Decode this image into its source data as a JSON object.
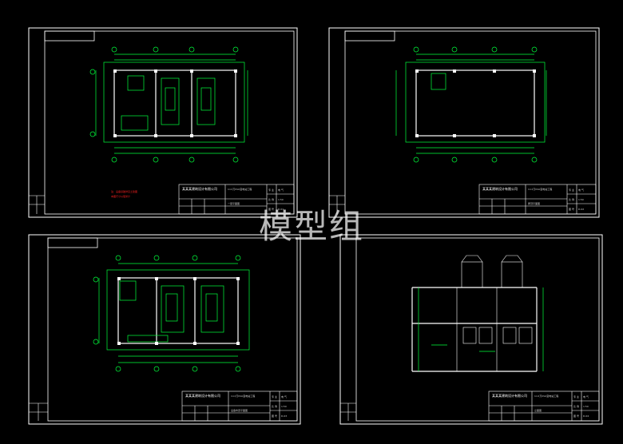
{
  "watermark": "模型组",
  "sheets": [
    {
      "title_block": {
        "company": "某某某建筑设计有限公司",
        "project": "1×2万KVA变电站工程",
        "drawing": "一层平面图",
        "cells": [
          "专 业",
          "电 气",
          "比 例",
          "1:50",
          "图 号",
          "D-01"
        ]
      }
    },
    {
      "title_block": {
        "company": "某某某建筑设计有限公司",
        "project": "1×2万KVA变电站工程",
        "drawing": "屋顶平面图",
        "cells": [
          "专 业",
          "电 气",
          "比 例",
          "1:50",
          "图 号",
          "D-02"
        ]
      }
    },
    {
      "title_block": {
        "company": "某某某建筑设计有限公司",
        "project": "1×2万KVA变电站工程",
        "drawing": "设备布置平面图",
        "cells": [
          "专 业",
          "电 气",
          "比 例",
          "1:50",
          "图 号",
          "D-03"
        ]
      }
    },
    {
      "title_block": {
        "company": "某某某建筑设计有限公司",
        "project": "1×2万KVA变电站工程",
        "drawing": "立面图",
        "cells": [
          "专 业",
          "电 气",
          "比 例",
          "1:50",
          "图 号",
          "D-04"
        ]
      }
    }
  ],
  "notes": {
    "red_note_1": "注：设备基础详见土建图",
    "red_note_2": "本图尺寸以毫米计"
  }
}
